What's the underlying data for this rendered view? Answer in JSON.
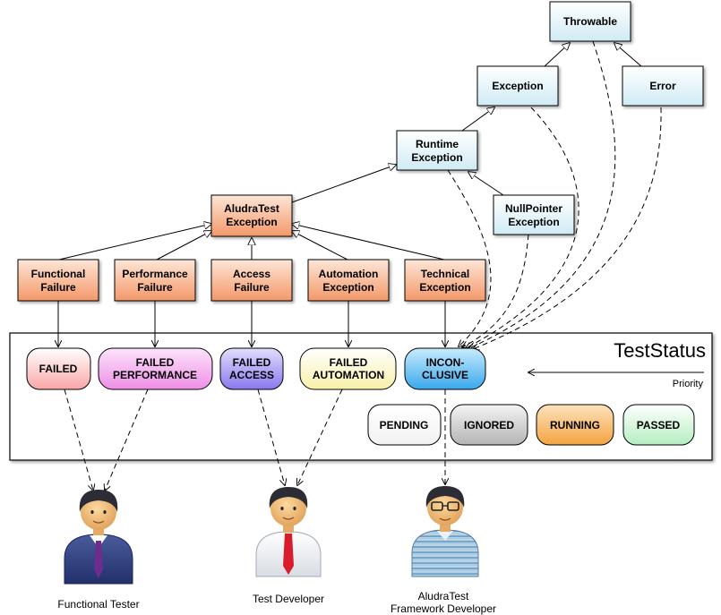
{
  "exceptions": {
    "throwable": [
      "Throwable"
    ],
    "exception": [
      "Exception"
    ],
    "error": [
      "Error"
    ],
    "runtime": [
      "Runtime",
      "Exception"
    ],
    "nullpointer": [
      "NullPointer",
      "Exception"
    ],
    "aludratest": [
      "AludraTest",
      "Exception"
    ],
    "functional_failure": [
      "Functional",
      "Failure"
    ],
    "performance_failure": [
      "Performance",
      "Failure"
    ],
    "access_failure": [
      "Access",
      "Failure"
    ],
    "automation_exception": [
      "Automation",
      "Exception"
    ],
    "technical_exception": [
      "Technical",
      "Exception"
    ]
  },
  "panel": {
    "title": "TestStatus",
    "priority_label": "Priority"
  },
  "statuses": {
    "failed": [
      "FAILED"
    ],
    "failed_performance": [
      "FAILED",
      "PERFORMANCE"
    ],
    "failed_access": [
      "FAILED",
      "ACCESS"
    ],
    "failed_automation": [
      "FAILED",
      "AUTOMATION"
    ],
    "inconclusive": [
      "INCON-",
      "CLUSIVE"
    ],
    "pending": [
      "PENDING"
    ],
    "ignored": [
      "IGNORED"
    ],
    "running": [
      "RUNNING"
    ],
    "passed": [
      "PASSED"
    ]
  },
  "people": {
    "functional_tester": [
      "Functional Tester"
    ],
    "test_developer": [
      "Test Developer"
    ],
    "framework_developer": [
      "AludraTest",
      "Framework Developer"
    ]
  },
  "colors": {
    "class_fill": "#e4f4fa",
    "custom_exception_fill": "#f6a27c",
    "failed": "#fbb8b8",
    "failed_performance": "#f7a8f0",
    "failed_access": "#a89cf4",
    "failed_automation": "#fbf6c0",
    "inconclusive": "#5bbcf0",
    "pending": "#ffffff",
    "ignored": "#c8c8c8",
    "running": "#f8b860",
    "passed": "#c4f4cc"
  }
}
